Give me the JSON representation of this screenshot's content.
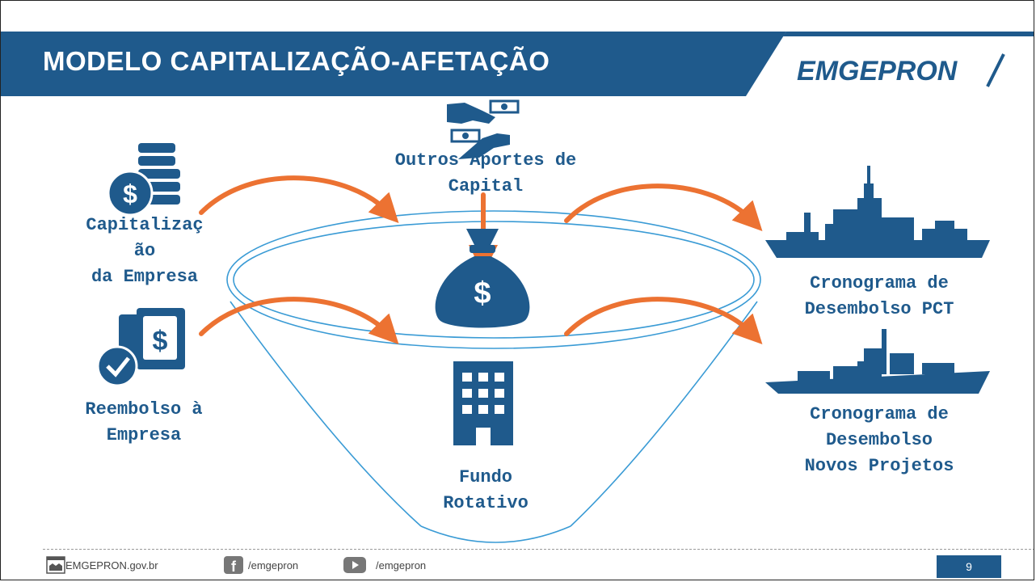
{
  "header": {
    "title": "MODELO CAPITALIZAÇÃO-AFETAÇÃO",
    "logo_text": "EMGEPRON",
    "banner_color": "#1f5a8c"
  },
  "diagram": {
    "accent_color": "#ec7232",
    "outline_color": "#3a9bd5",
    "icon_color": "#1f5a8c",
    "labels": {
      "capitalizacao": "Capitalizaç\não\nda Empresa",
      "reembolso": "Reembolso à\nEmpresa",
      "outros_aportes": "Outros Aportes de\nCapital",
      "fundo_rotativo": "Fundo\nRotativo",
      "cronograma_pct": "Cronograma de\nDesembolso PCT",
      "cronograma_novos": "Cronograma de\nDesembolso\nNovos Projetos"
    },
    "icons": [
      "coin-stack-icon",
      "money-hands-icon",
      "money-bag-icon",
      "building-icon",
      "refund-document-icon",
      "warship-icon",
      "warship-icon"
    ]
  },
  "footer": {
    "website": "EMGEPRON.gov.br",
    "facebook": "/emgepron",
    "youtube": "/emgepron",
    "page_number": "9"
  }
}
